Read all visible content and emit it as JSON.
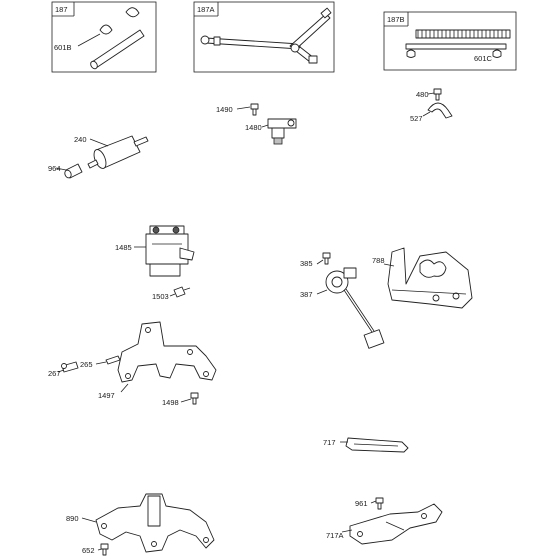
{
  "labels": {
    "l187": "187",
    "l601B": "601B",
    "l187A": "187A",
    "l187B": "187B",
    "l601C": "601C",
    "l1490": "1490",
    "l1480": "1480",
    "l480": "480",
    "l527": "527",
    "l240": "240",
    "l964": "964",
    "l1485": "1485",
    "l1503": "1503",
    "l385": "385",
    "l387": "387",
    "l788": "788",
    "l265": "265",
    "l267": "267",
    "l1497": "1497",
    "l1498": "1498",
    "l717": "717",
    "l890": "890",
    "l652": "652",
    "l961": "961",
    "l717A": "717A"
  }
}
